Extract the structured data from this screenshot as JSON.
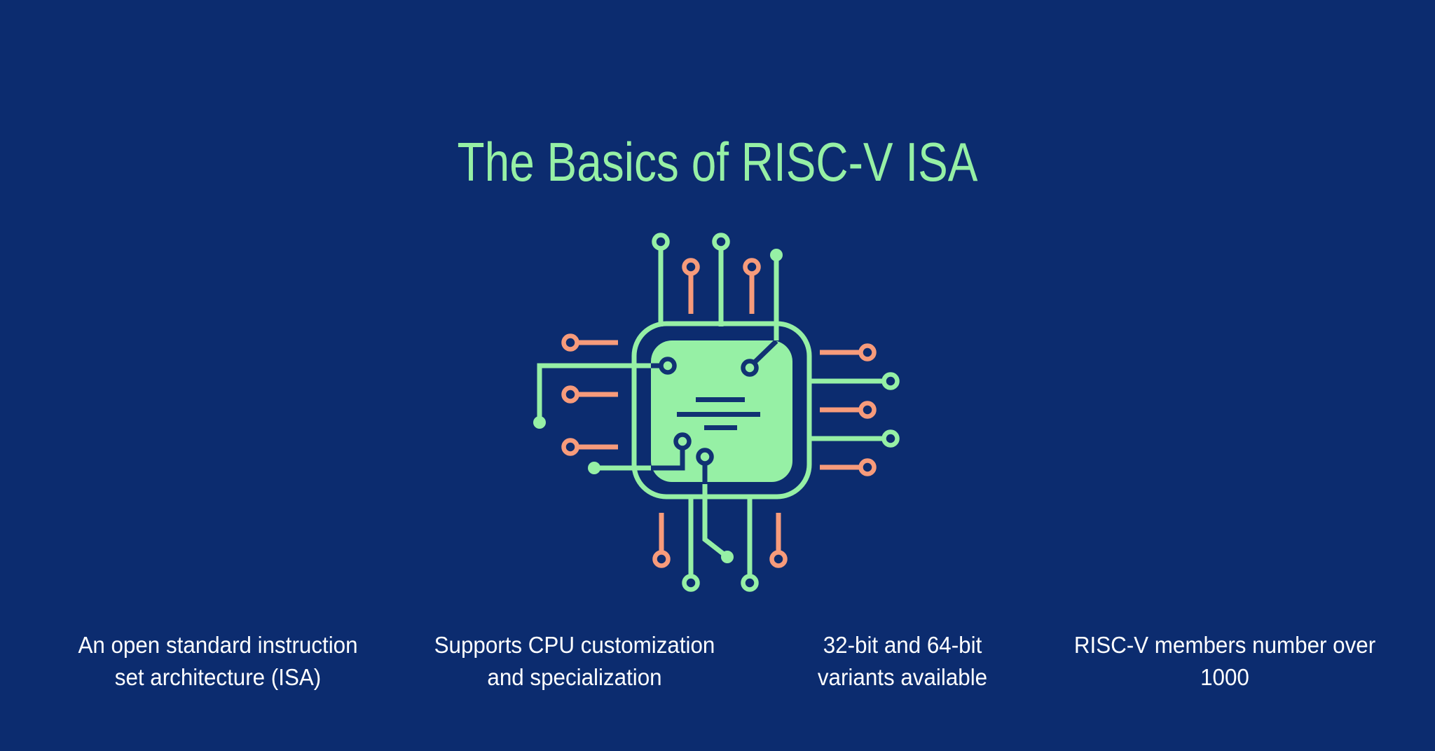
{
  "colors": {
    "background": "#0C2C6F",
    "green": "#96F0A5",
    "orange": "#F79B7B",
    "icon_navy": "#113273",
    "chip_fill": "#0C2C6F",
    "text": "#FFFFFF",
    "title": "#96F0A5"
  },
  "title": {
    "text": "The Basics of RISC-V ISA"
  },
  "icon": {
    "name": "cpu-chip-icon"
  },
  "facts": [
    {
      "line1": "An open standard instruction",
      "line2": "set architecture (ISA)"
    },
    {
      "line1": "Supports CPU customization",
      "line2": "and specialization"
    },
    {
      "line1": "32-bit and 64-bit",
      "line2": "variants available"
    },
    {
      "line1": "RISC-V members number over",
      "line2": "1000"
    }
  ]
}
